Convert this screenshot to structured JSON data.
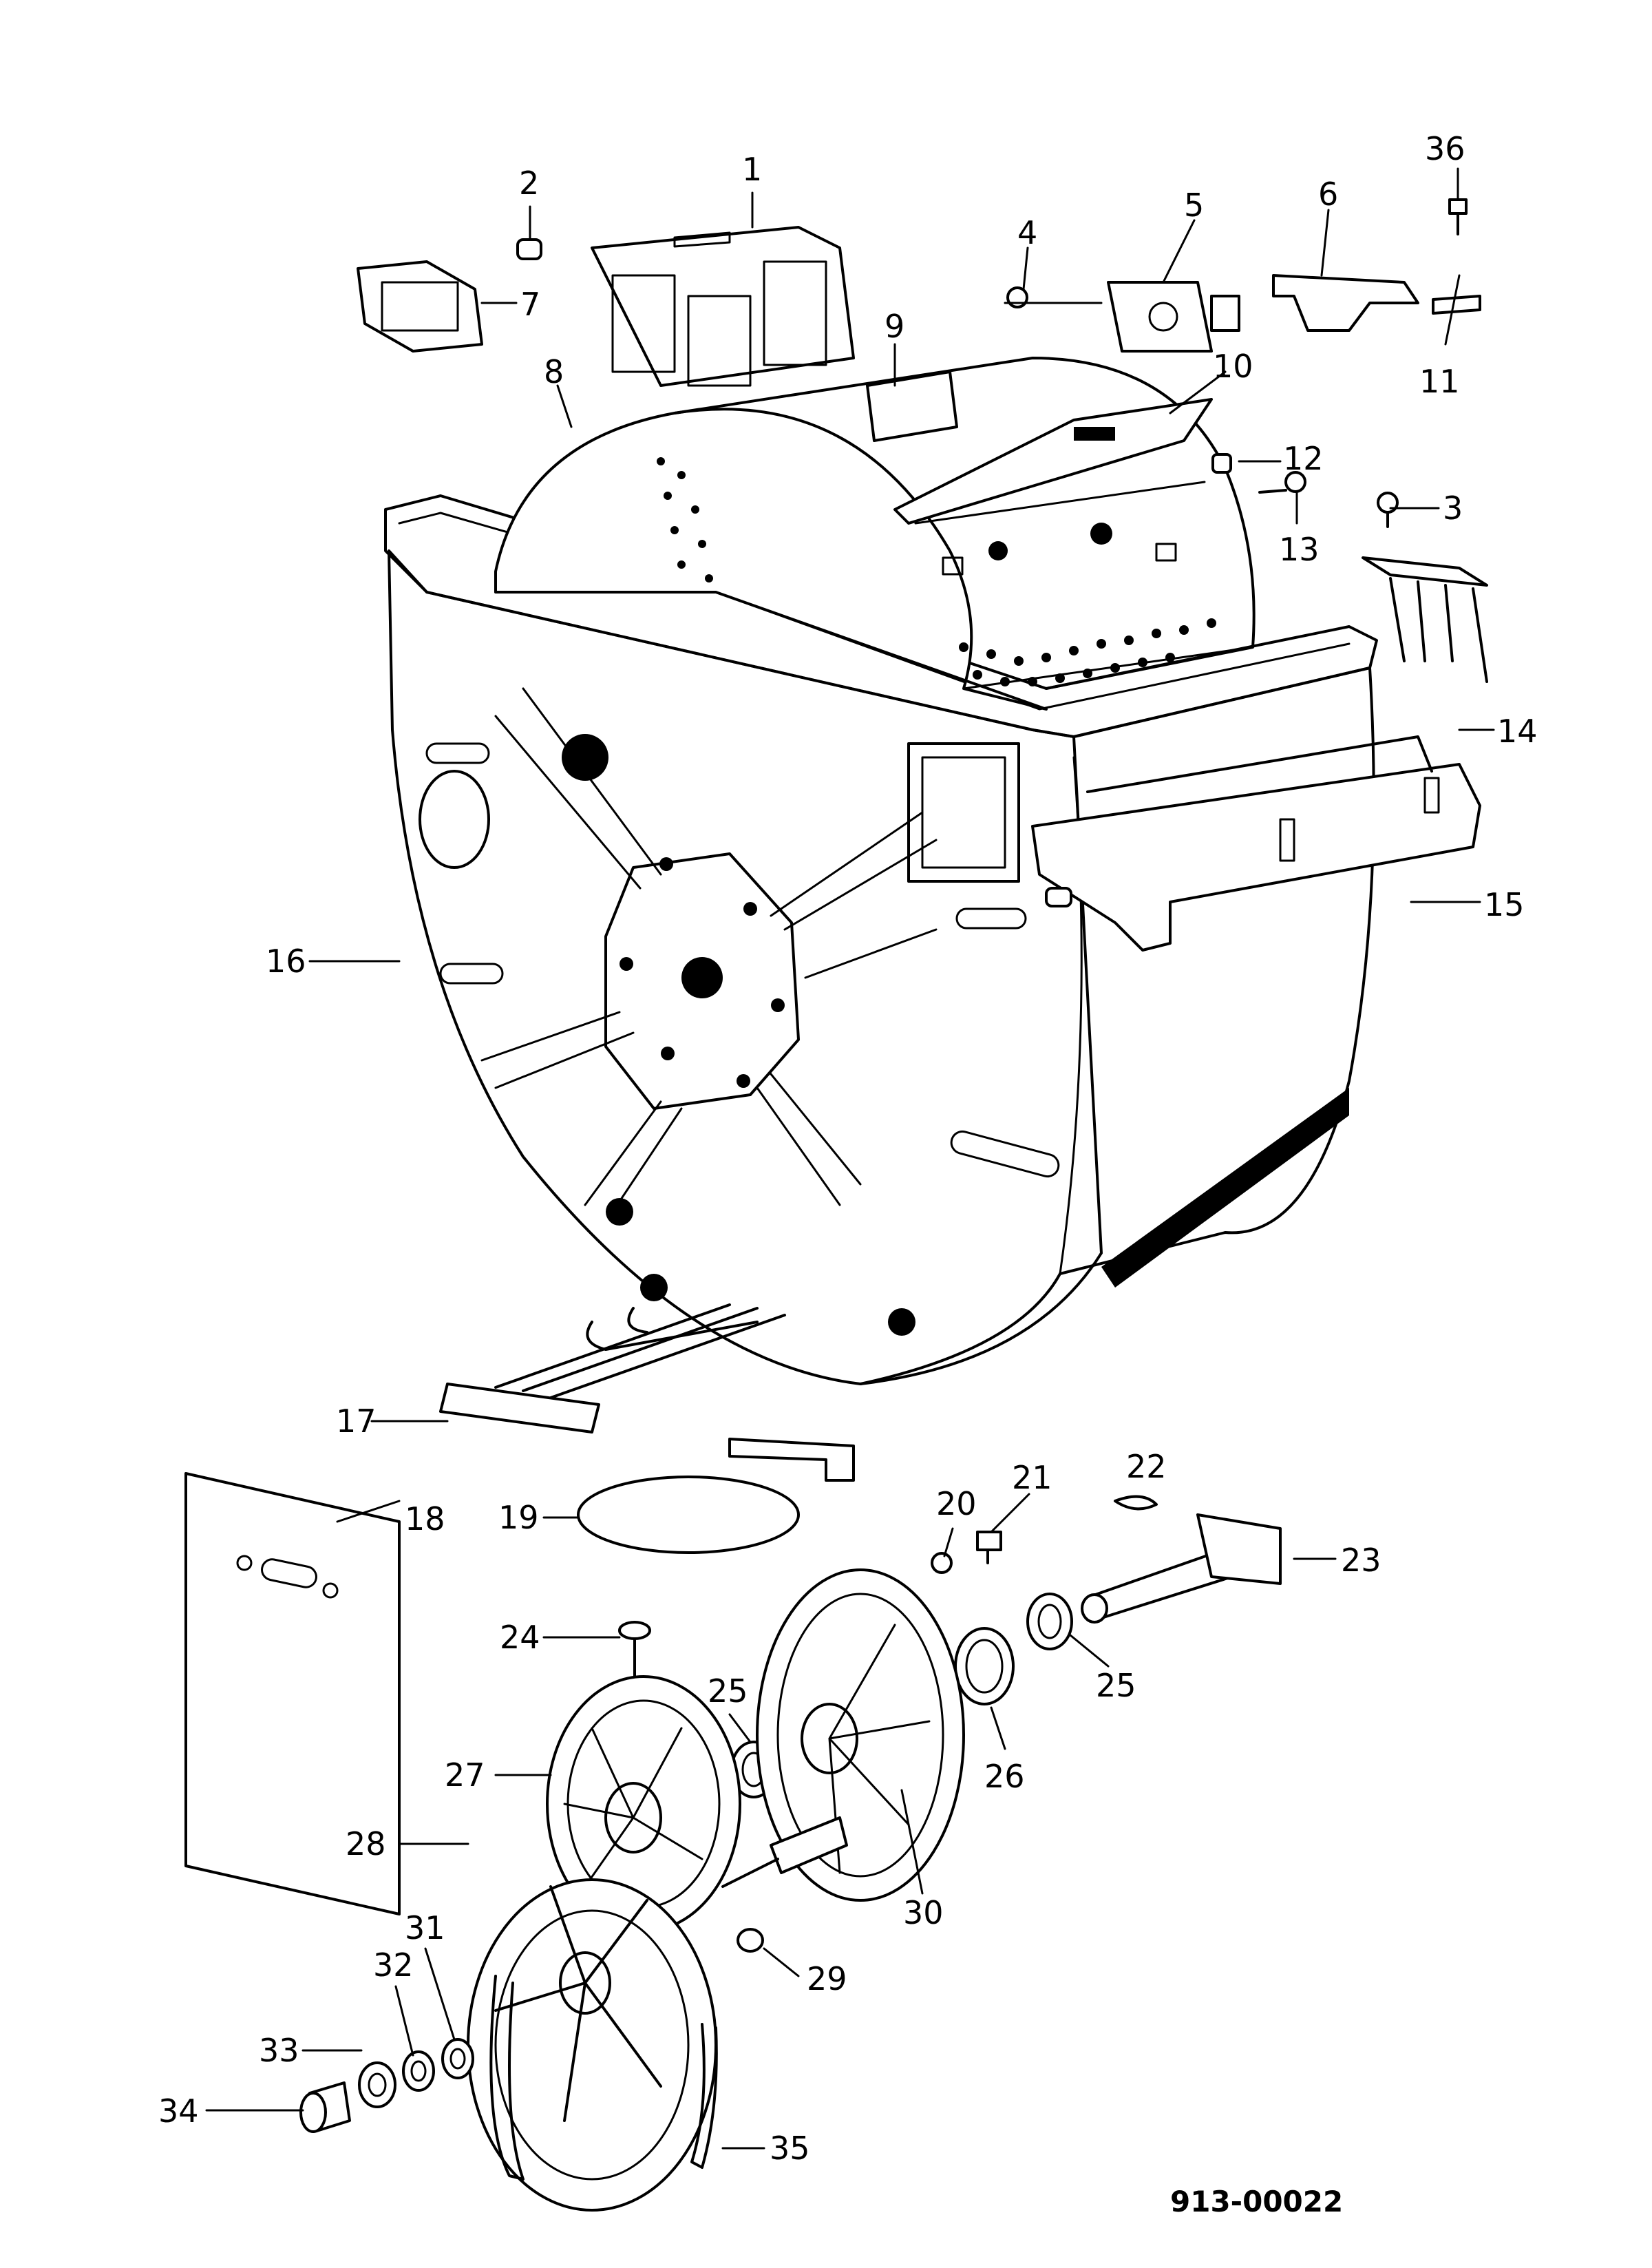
{
  "diagram": {
    "catalog_number": "913-00022",
    "callouts": [
      {
        "id": "1",
        "text": "1"
      },
      {
        "id": "2",
        "text": "2"
      },
      {
        "id": "3",
        "text": "3"
      },
      {
        "id": "4",
        "text": "4"
      },
      {
        "id": "5",
        "text": "5"
      },
      {
        "id": "6",
        "text": "6"
      },
      {
        "id": "7",
        "text": "7"
      },
      {
        "id": "8",
        "text": "8"
      },
      {
        "id": "9",
        "text": "9"
      },
      {
        "id": "10",
        "text": "10"
      },
      {
        "id": "11",
        "text": "11"
      },
      {
        "id": "12",
        "text": "12"
      },
      {
        "id": "13",
        "text": "13"
      },
      {
        "id": "14",
        "text": "14"
      },
      {
        "id": "15",
        "text": "15"
      },
      {
        "id": "16",
        "text": "16"
      },
      {
        "id": "17",
        "text": "17"
      },
      {
        "id": "18",
        "text": "18"
      },
      {
        "id": "19",
        "text": "19"
      },
      {
        "id": "20",
        "text": "20"
      },
      {
        "id": "21",
        "text": "21"
      },
      {
        "id": "22",
        "text": "22"
      },
      {
        "id": "23",
        "text": "23"
      },
      {
        "id": "24",
        "text": "24"
      },
      {
        "id": "25a",
        "text": "25"
      },
      {
        "id": "25b",
        "text": "25"
      },
      {
        "id": "26",
        "text": "26"
      },
      {
        "id": "27",
        "text": "27"
      },
      {
        "id": "28",
        "text": "28"
      },
      {
        "id": "29",
        "text": "29"
      },
      {
        "id": "30",
        "text": "30"
      },
      {
        "id": "31",
        "text": "31"
      },
      {
        "id": "32",
        "text": "32"
      },
      {
        "id": "33",
        "text": "33"
      },
      {
        "id": "34",
        "text": "34"
      },
      {
        "id": "35",
        "text": "35"
      },
      {
        "id": "36",
        "text": "36"
      }
    ]
  }
}
